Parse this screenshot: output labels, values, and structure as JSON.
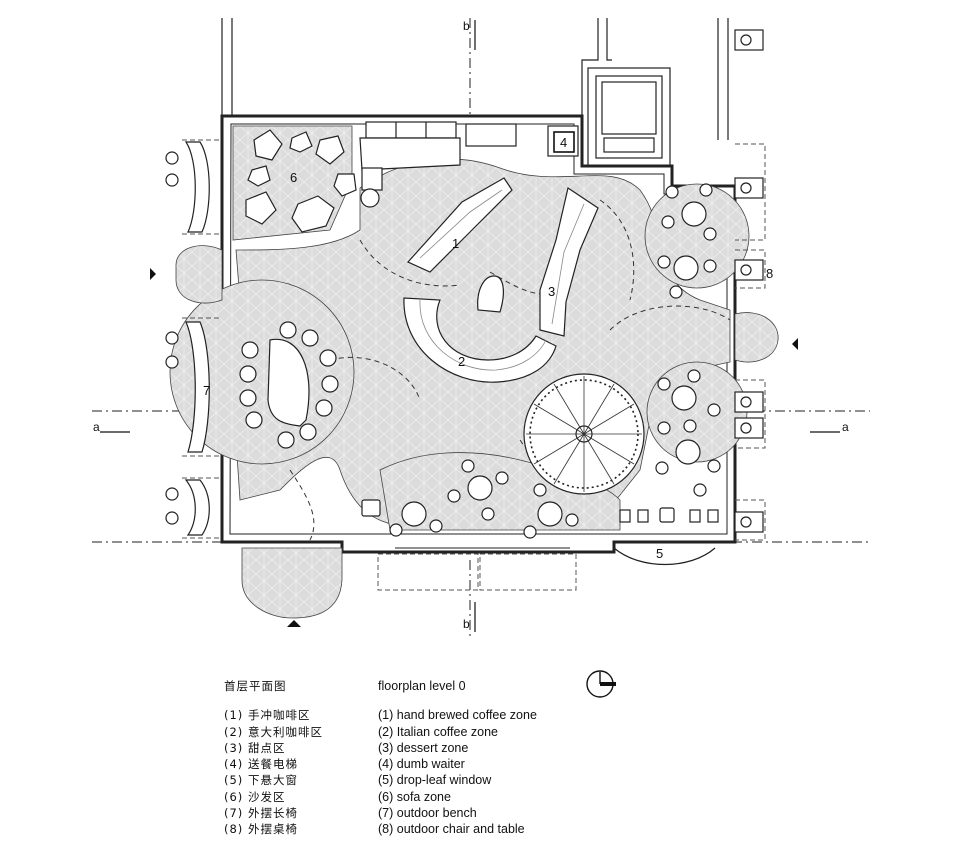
{
  "plan": {
    "zones": {
      "z1": "1",
      "z2": "2",
      "z3": "3",
      "z4": "4",
      "z5": "5",
      "z6": "6",
      "z7": "7",
      "z8": "8"
    },
    "sections": {
      "a_left": "a",
      "a_right": "a",
      "b_top": "b",
      "b_bottom": "b"
    }
  },
  "legend": {
    "title_cn": "首层平面图",
    "title_en": "floorplan level 0",
    "items_cn": [
      "(1) 手冲咖啡区",
      "(2) 意大利咖啡区",
      "(3) 甜点区",
      "(4) 送餐电梯",
      "(5) 下悬大窗",
      "(6) 沙发区",
      "(7) 外摆长椅",
      "(8) 外摆桌椅"
    ],
    "items_en": [
      "(1) hand brewed coffee zone",
      "(2) Italian coffee  zone",
      "(3) dessert zone",
      "(4) dumb waiter",
      "(5) drop-leaf window",
      "(6) sofa zone",
      "(7) outdoor bench",
      "(8) outdoor chair and table"
    ]
  }
}
